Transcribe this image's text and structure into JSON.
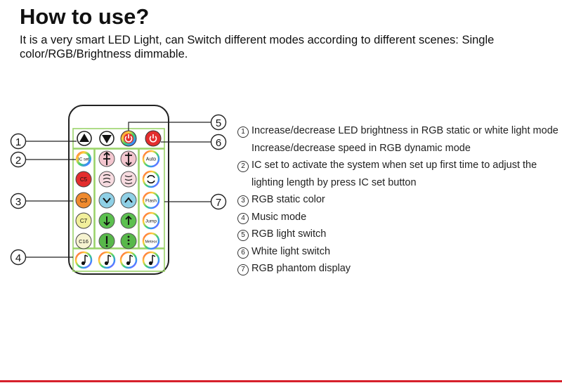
{
  "heading": "How to use?",
  "intro": "It is a very smart LED Light, can Switch different modes according to different scenes: Single color/RGB/Brightness dimmable.",
  "callouts": [
    "1",
    "2",
    "3",
    "4",
    "5",
    "6",
    "7"
  ],
  "remote": {
    "ic_label": "IC set",
    "auto_label": "Auto",
    "flash_label": "Flash",
    "jump_label": "Jump",
    "meteor_label": "Meteor",
    "c5_label": "C5",
    "c3_label": "C3",
    "c7_label": "C7",
    "c16_label": "C16"
  },
  "notes": [
    {
      "num": "1",
      "text": "Increase/decrease LED brightness in RGB static or white light mode"
    },
    {
      "num": "",
      "text": "Increase/decrease speed in RGB dynamic mode"
    },
    {
      "num": "2",
      "text": "IC set to activate the system when set up first time to adjust the"
    },
    {
      "num": "",
      "text": "lighting length by press IC set button"
    },
    {
      "num": "3",
      "text": "RGB static color"
    },
    {
      "num": "4",
      "text": "Music mode"
    },
    {
      "num": "5",
      "text": "RGB light switch"
    },
    {
      "num": "6",
      "text": "White light switch"
    },
    {
      "num": "7",
      "text": "RGB phantom display"
    }
  ],
  "colors": {
    "accent_red": "#d61f2b",
    "group_frame": "#9bd36a",
    "c5": "#e32d2d",
    "c3": "#ef8a2e",
    "c7": "#f1ef9c",
    "c16": "#f6f3d0",
    "pink": "#f3c6cf",
    "blue": "#8fd0e6",
    "green": "#5cc04f",
    "dark_green": "#2e8b3a"
  }
}
